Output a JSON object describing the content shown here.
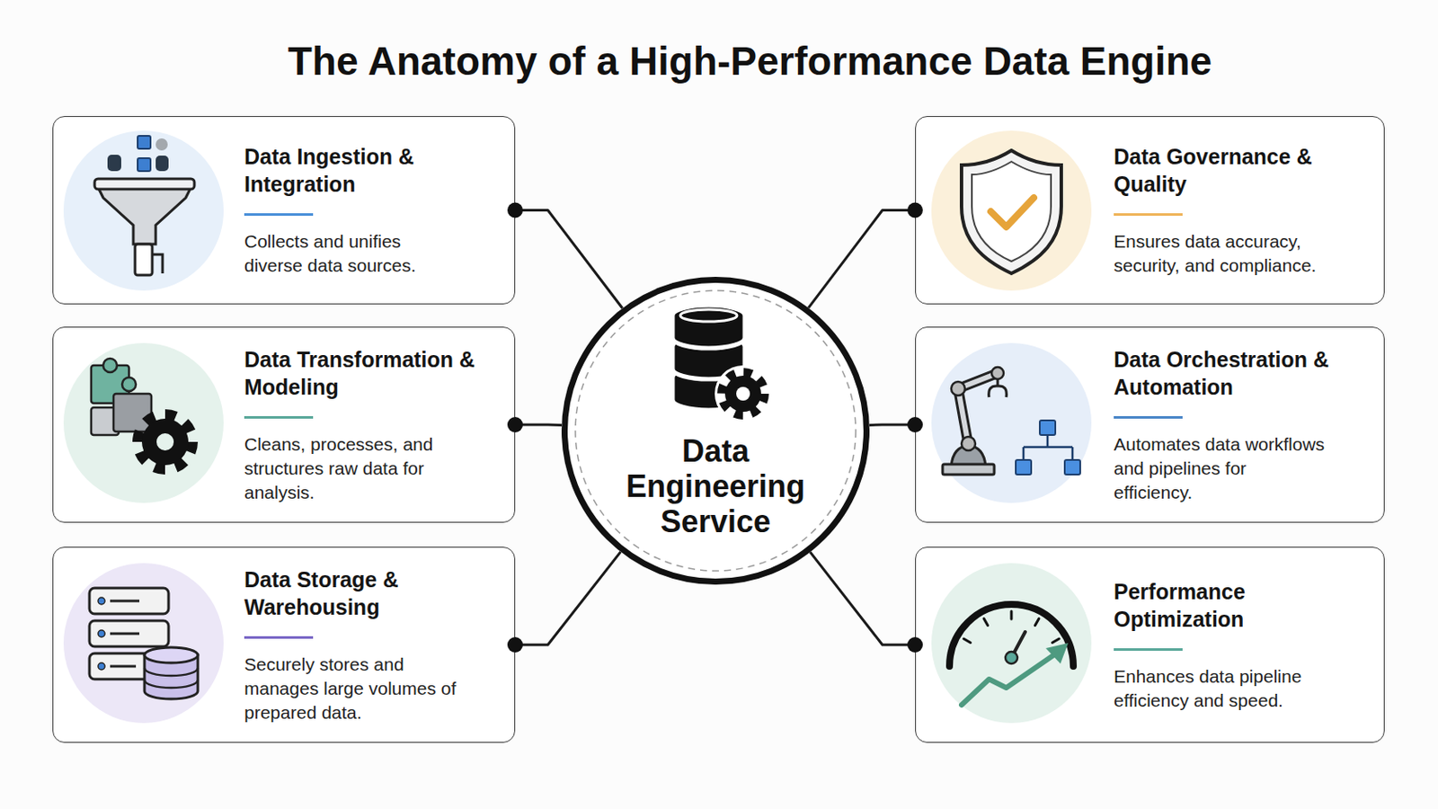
{
  "diagram": {
    "title": "The Anatomy of a High-Performance Data Engine",
    "nodes": [
      {
        "text": [
          "Data Ingestion & Integration",
          "Collects and unifies diverse data sources."
        ]
      },
      {
        "text": [
          "Data Governance & Quality",
          "Ensures data accuracy, security, and compliance."
        ]
      },
      {
        "text": [
          "Data Transformation & Modeling",
          "Cleans, processes, and structures raw data for analysis."
        ]
      },
      {
        "text": [
          "Data Engineering Service"
        ]
      },
      {
        "text": [
          "Data Orchestration & Automation",
          "Automates data workflows and pipelines for efficiency."
        ]
      },
      {
        "text": [
          "Data Storage & Warehousing",
          "Securely stores and manages large volumes of prepared data."
        ]
      },
      {
        "text": [
          "Performance Optimization",
          "Enhances data pipeline efficiency and speed."
        ]
      }
    ],
    "edges": [
      {
        "from": 3,
        "to": 0,
        "arrow": "none"
      },
      {
        "from": 3,
        "to": 1,
        "arrow": "none"
      },
      {
        "from": 3,
        "to": 2,
        "arrow": "none"
      },
      {
        "from": 3,
        "to": 4,
        "arrow": "none"
      },
      {
        "from": 3,
        "to": 5,
        "arrow": "none"
      },
      {
        "from": 3,
        "to": 6,
        "arrow": "none"
      }
    ]
  }
}
